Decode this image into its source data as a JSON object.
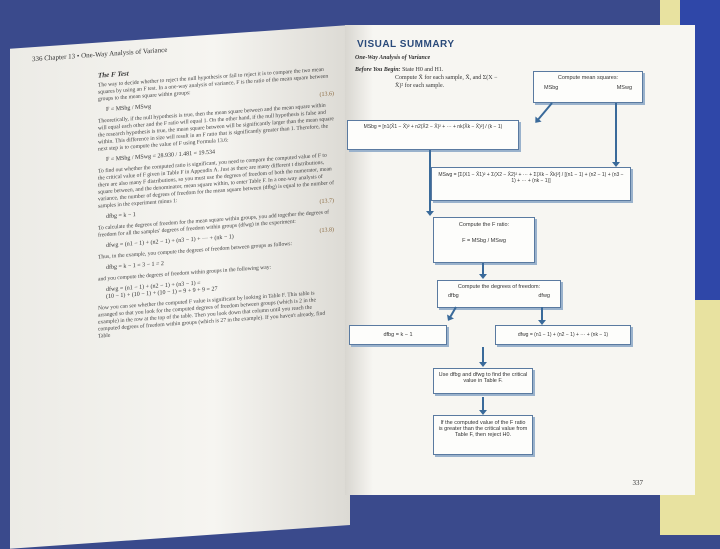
{
  "left_page": {
    "header": "336   Chapter 13 • One-Way Analysis of Variance",
    "section_title": "The F Test",
    "intro": "The way to decide whether to reject the null hypothesis or fail to reject it is to compare the two mean squares by using an F test. In a one-way analysis of variance, F is the ratio of the mean square between groups to the mean square within groups:",
    "formula_f": "F = MSbg / MSwg",
    "formula_f_num": "(13.6)",
    "para2": "Theoretically, if the null hypothesis is true, then the mean square between and the mean square within will equal each other and the F ratio will equal 1. On the other hand, if the null hypothesis is false and the research hypothesis is true, the mean square between will be significantly larger than the mean square within. This difference in size will result in an F ratio that is significantly greater than 1. Therefore, the next step is to compute the value of F using Formula 13.6:",
    "formula_calc": "F = MSbg / MSwg = 28.930 / 1.481 = 19.534",
    "para3": "To find out whether the computed ratio is significant, you need to compare the computed value of F to the critical value of F given in Table F in Appendix A. Just as there are many different t distributions, there are also many F distributions, so you must use the degrees of freedom of both the numerator, mean square between, and the denominator, mean square within, to enter Table F. In a one-way analysis of variance, the number of degrees of freedom for the mean square between (dfbg) is equal to the number of samples in the experiment minus 1:",
    "formula_dfbg": "dfbg = k − 1",
    "formula_dfbg_num": "(13.7)",
    "para4": "To calculate the degrees of freedom for the mean square within groups, you add together the degrees of freedom for all the samples' degrees of freedom within groups (dfwg) in the experiment:",
    "formula_dfwg": "dfwg = (n1 − 1) + (n2 − 1) + (n3 − 1) + ··· + (nk − 1)",
    "formula_dfwg_num": "(13.8)",
    "para5": "Thus, in the example, you compute the degrees of freedom between groups as follows:",
    "formula_ex1": "dfbg = k − 1 = 3 − 1 = 2",
    "para6": "and you compute the degrees of freedom within groups in the following way:",
    "formula_ex2a": "dfwg = (n1 − 1) + (n2 − 1) + (n3 − 1) =",
    "formula_ex2b": "(10 − 1) + (10 − 1) + (10 − 1) = 9 + 9 + 9 = 27",
    "para7": "Now you can see whether the computed F value is significant by looking in Table F. This table is arranged so that you look for the computed degrees of freedom between groups (which is 2 in the example) in the row at the top of the table. Then you look down that column until you reach the computed degrees of freedom within groups (which is 27 in the example). If you haven't already, find Table"
  },
  "right_page": {
    "title": "VISUAL SUMMARY",
    "subtitle": "One-Way Analysis of Variance",
    "begin_label": "Before You Begin:",
    "begin_text": "State H0 and H1.",
    "step1": "Compute X̄ for each sample, X̄, and Σ(X − X̄)² for each sample.",
    "box_ms_title": "Compute mean squares:",
    "box_ms_left": "MSbg",
    "box_ms_right": "MSwg",
    "box_msbg": "MSbg = [n1(X̄1 − X̄)² + n2(X̄2 − X̄)² + ··· + nk(X̄k − X̄)²] / (k − 1)",
    "box_mswg": "MSwg = [Σ(X1 − X̄1)² + Σ(X2 − X̄2)² + ··· + Σ(Xk − X̄k)²] / [(n1 − 1) + (n2 − 1) + (n3 − 1) + ··· + (nk − 1)]",
    "box_f_title": "Compute the F ratio:",
    "box_f_formula": "F = MSbg / MSwg",
    "box_df_title": "Compute the degrees of freedom:",
    "box_df_left": "dfbg",
    "box_df_right": "dfwg",
    "box_dfbg": "dfbg = k − 1",
    "box_dfwg": "dfwg = (n1 − 1) + (n2 − 1) + ··· + (nk − 1)",
    "box_critical": "Use dfbg and dfwg to find the critical value in Table F.",
    "box_reject": "If the computed value of the F ratio is greater than the critical value from Table F, then reject H0.",
    "page_number": "337"
  }
}
